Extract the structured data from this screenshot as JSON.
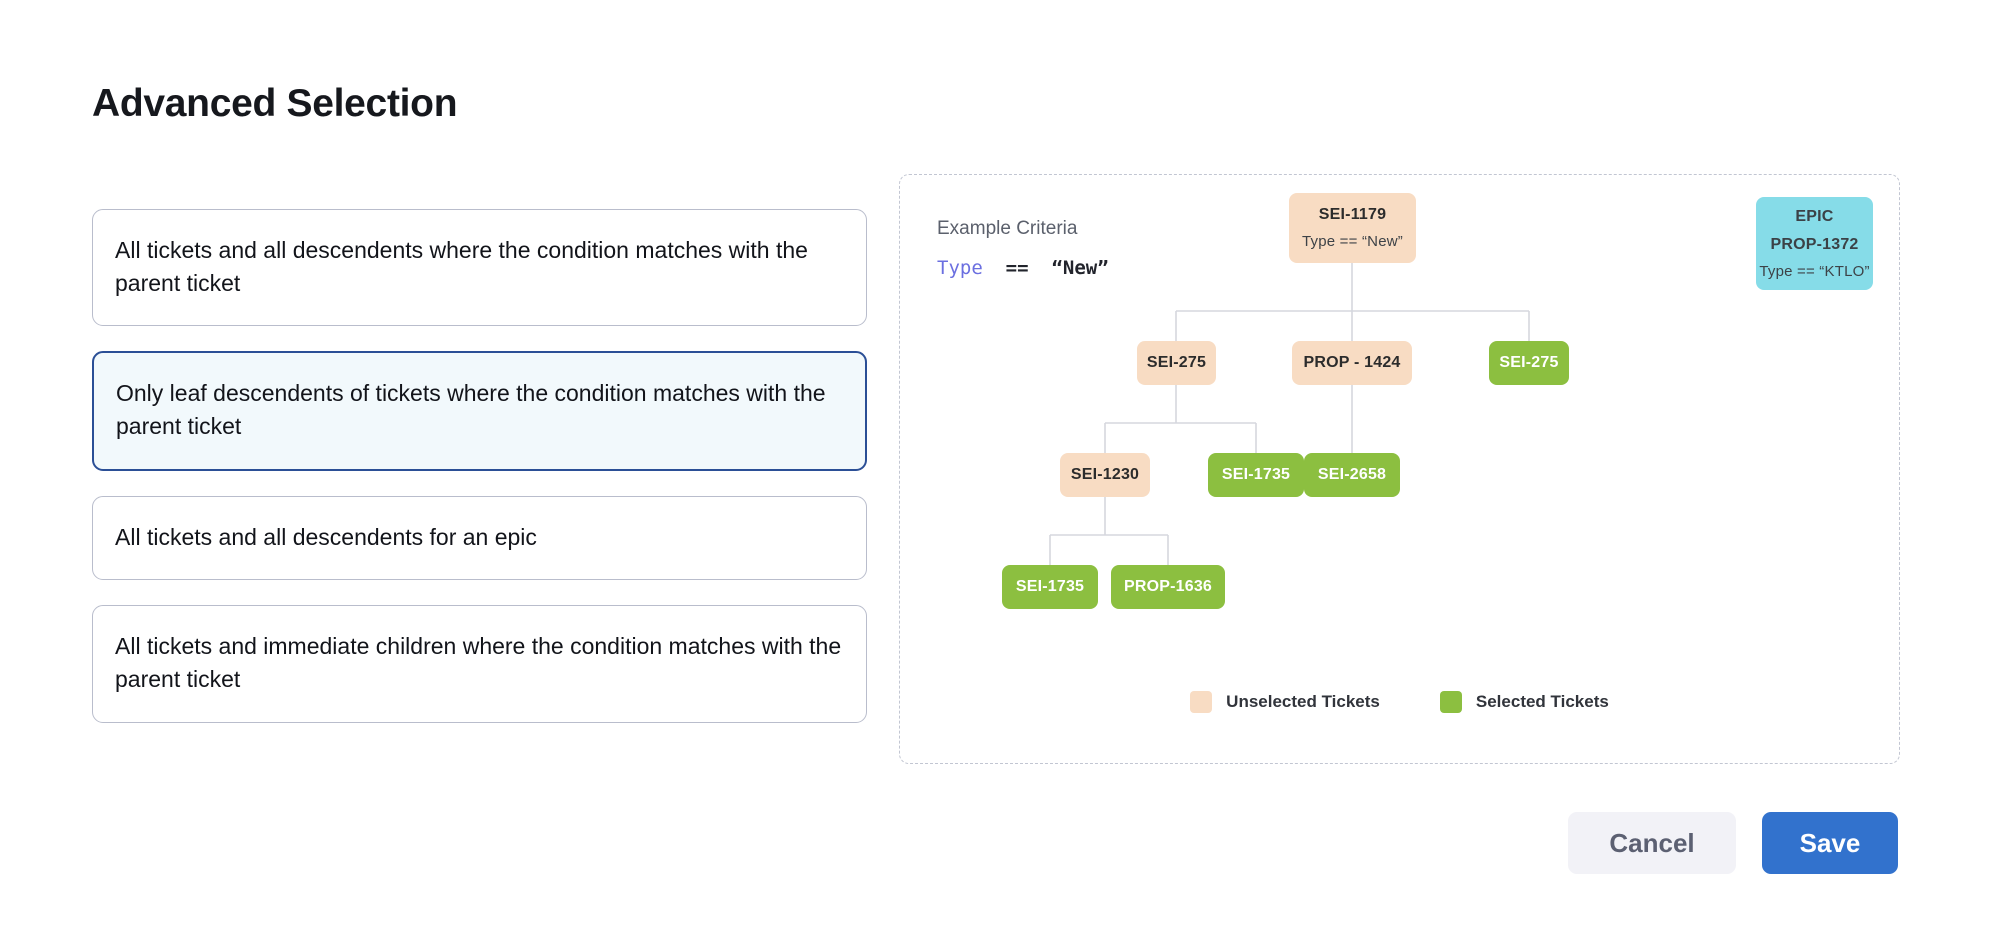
{
  "page": {
    "title": "Advanced Selection"
  },
  "options": [
    {
      "id": "all-descendents-condition",
      "label": "All tickets and all descendents where the condition matches with the parent ticket",
      "selected": false
    },
    {
      "id": "only-leaf-descendents-condition",
      "label": "Only leaf descendents of tickets where the condition matches with the parent ticket",
      "selected": true
    },
    {
      "id": "all-descendents-epic",
      "label": "All tickets and all descendents for an epic",
      "selected": false
    },
    {
      "id": "immediate-children-condition",
      "label": "All tickets and immediate children where the condition matches with the parent ticket",
      "selected": false
    }
  ],
  "diagram": {
    "criteria_label": "Example Criteria",
    "criteria": {
      "field": "Type",
      "operator": "==",
      "value": "“New”"
    },
    "nodes": {
      "root": {
        "title": "SEI-1179",
        "subtitle": "Type == “New”",
        "state": "unselected"
      },
      "epic": {
        "line1": "EPIC",
        "line2": "PROP-1372",
        "line3": "Type == “KTLO”",
        "state": "epic"
      },
      "r2c1": {
        "title": "SEI-275",
        "state": "unselected"
      },
      "r2c2": {
        "title": "PROP - 1424",
        "state": "unselected"
      },
      "r2c3": {
        "title": "SEI-275",
        "state": "selected"
      },
      "r3c1": {
        "title": "SEI-1230",
        "state": "unselected"
      },
      "r3c2": {
        "title": "SEI-1735",
        "state": "selected"
      },
      "r3c3": {
        "title": "SEI-2658",
        "state": "selected"
      },
      "r4c1": {
        "title": "SEI-1735",
        "state": "selected"
      },
      "r4c2": {
        "title": "PROP-1636",
        "state": "selected"
      }
    },
    "legend": [
      {
        "id": "unselected",
        "label": "Unselected Tickets",
        "color": "#f8dcc3"
      },
      {
        "id": "selected",
        "label": "Selected Tickets",
        "color": "#8cbf40"
      }
    ]
  },
  "footer": {
    "cancel_label": "Cancel",
    "save_label": "Save"
  },
  "colors": {
    "unselected": "#f8dcc3",
    "selected": "#8cbf40",
    "epic": "#86dce8",
    "primary": "#3272cd",
    "selected_card_border": "#2b4f96",
    "selected_card_bg": "#f2f9fc",
    "edge": "#d5d7de",
    "criteria_field": "#6b6fe0"
  }
}
